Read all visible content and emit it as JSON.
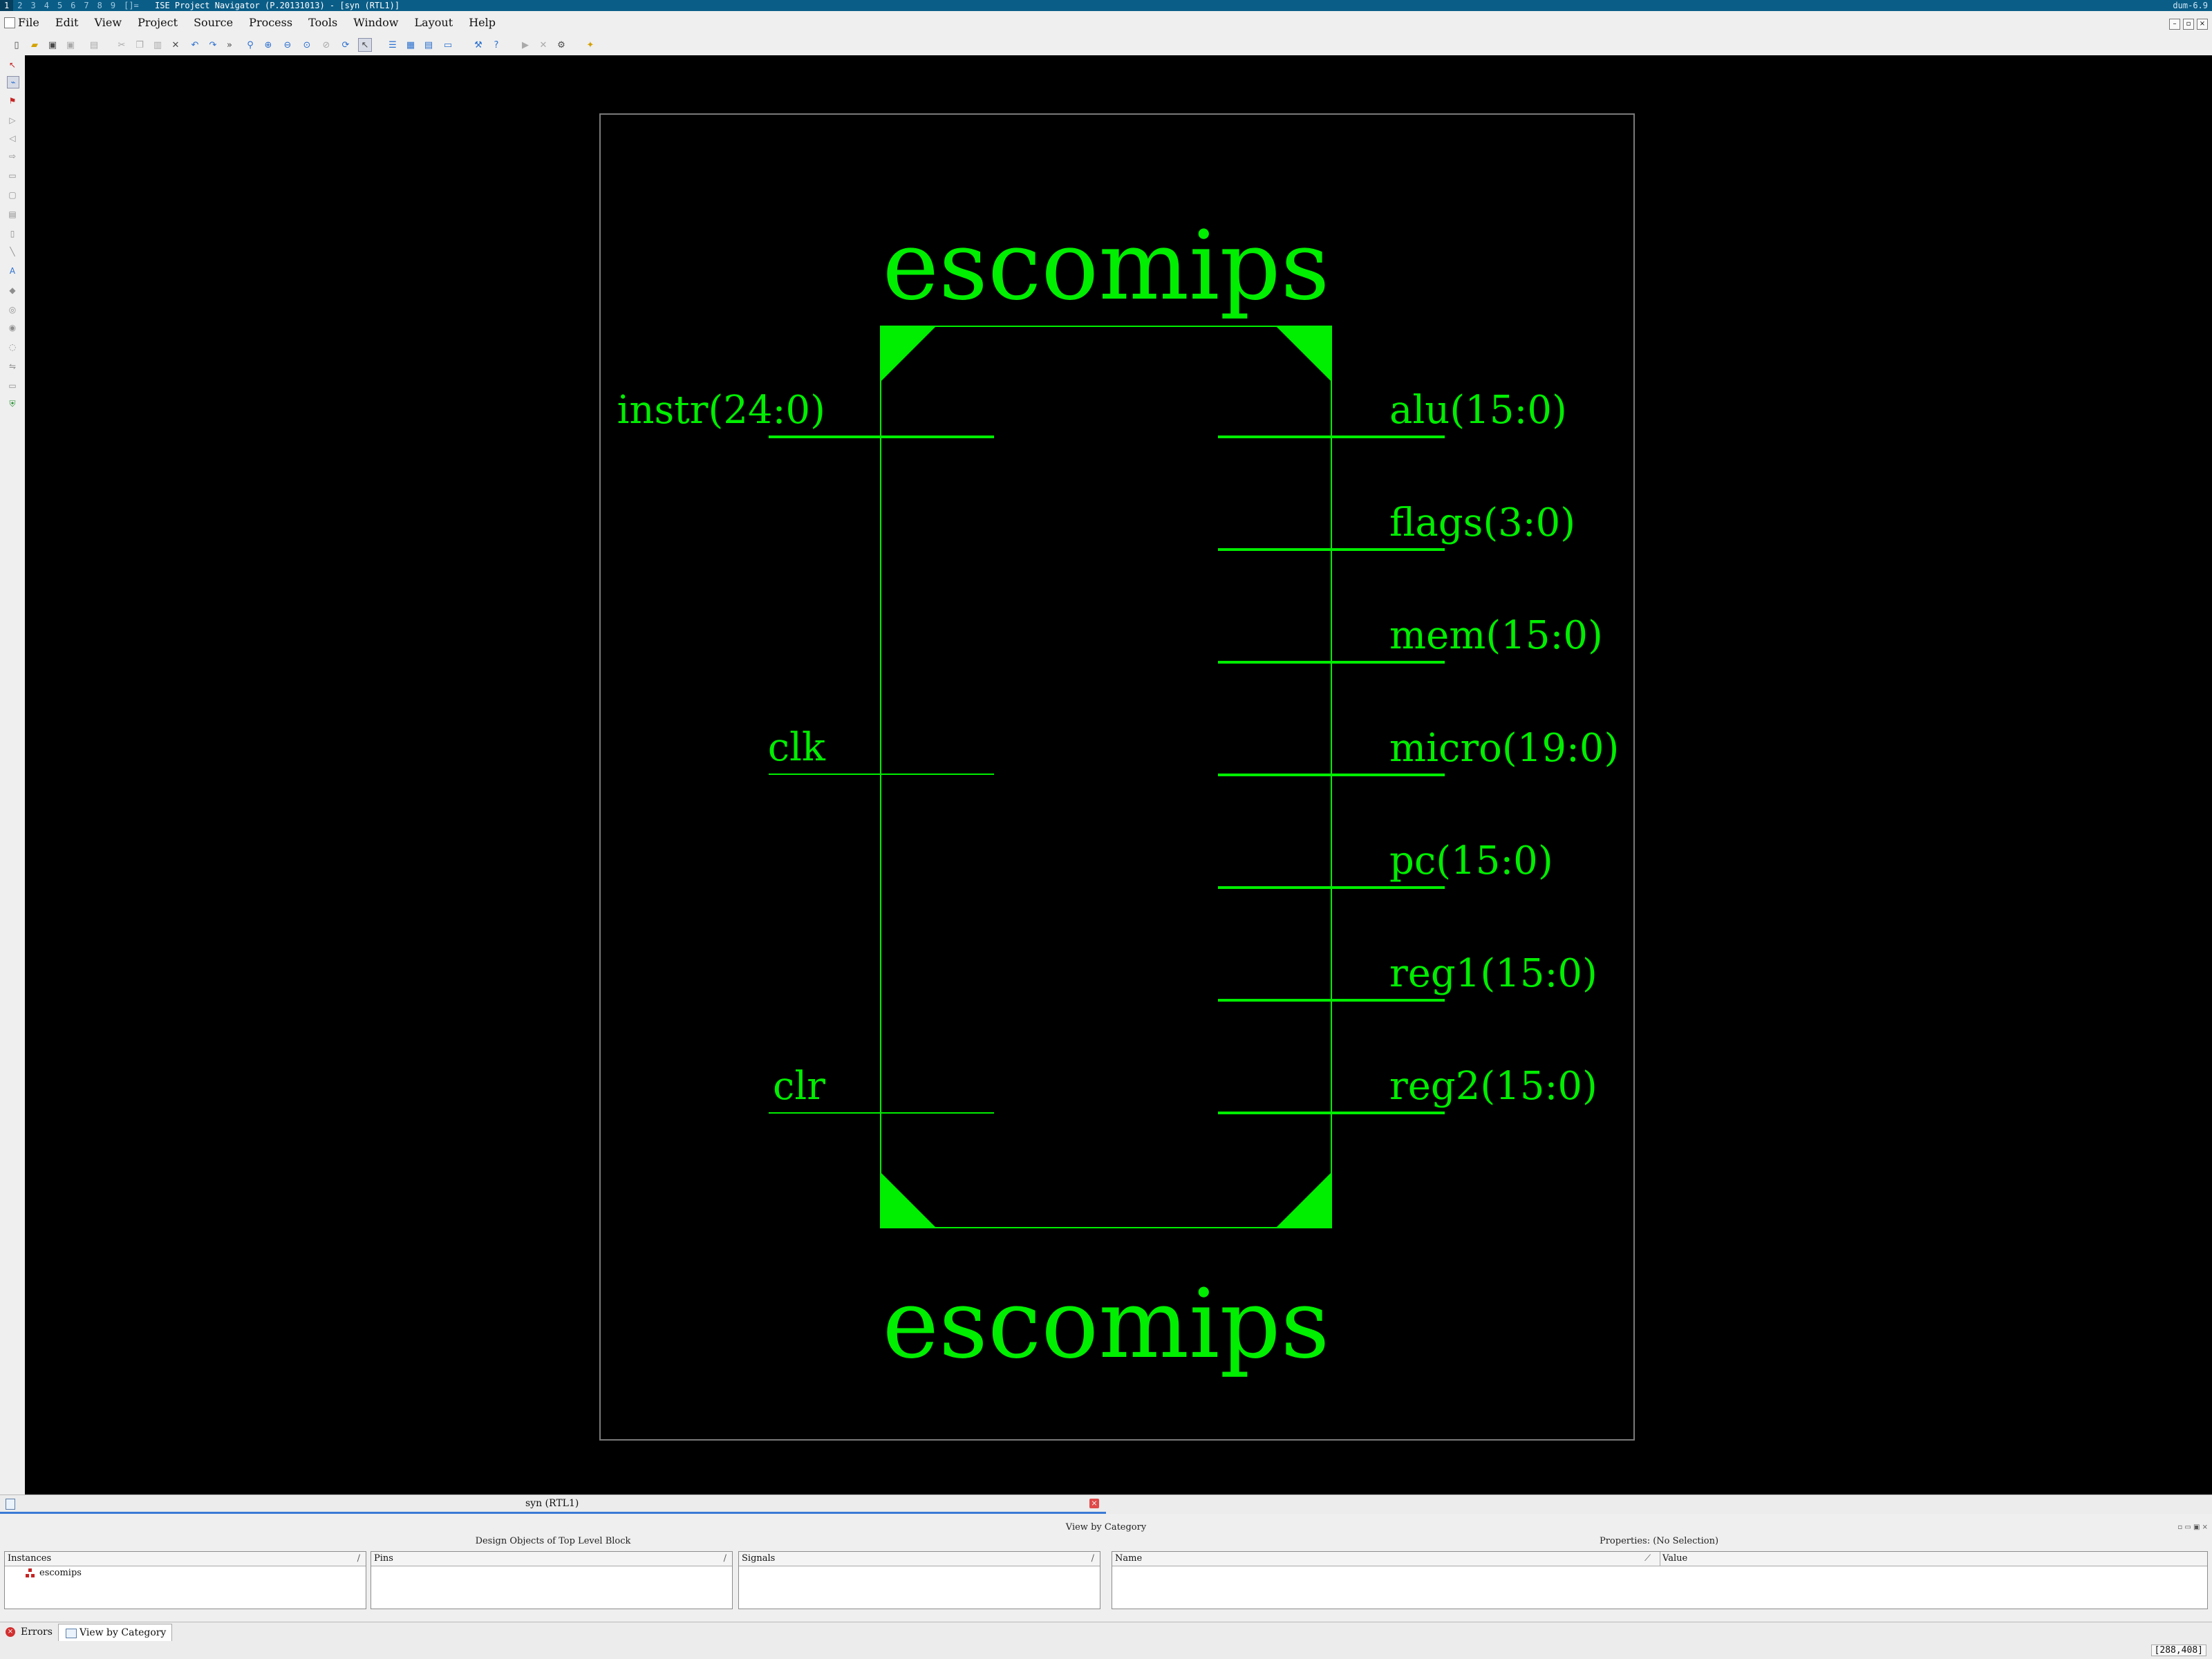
{
  "titlebar": {
    "workspaces": [
      "1",
      "2",
      "3",
      "4",
      "5",
      "6",
      "7",
      "8",
      "9",
      "[]="
    ],
    "title": "ISE Project Navigator (P.20131013) - [syn (RTL1)]",
    "right": "dum-6.9"
  },
  "menu": [
    "File",
    "Edit",
    "View",
    "Project",
    "Source",
    "Process",
    "Tools",
    "Window",
    "Layout",
    "Help"
  ],
  "schematic": {
    "title_top": "escomips",
    "title_bottom": "escomips",
    "inputs": [
      "instr(24:0)",
      "clk",
      "clr"
    ],
    "outputs": [
      "alu(15:0)",
      "flags(3:0)",
      "mem(15:0)",
      "micro(19:0)",
      "pc(15:0)",
      "reg1(15:0)",
      "reg2(15:0)"
    ],
    "color": "#00ee00"
  },
  "doc_tab": {
    "label": "syn (RTL1)",
    "close": "×"
  },
  "bottom_panel": {
    "title": "View by Category",
    "left_title": "Design Objects of Top Level Block",
    "right_title": "Properties: (No Selection)",
    "instances": {
      "header": "Instances",
      "items": [
        "escomips"
      ]
    },
    "pins": {
      "header": "Pins"
    },
    "signals": {
      "header": "Signals"
    },
    "properties": {
      "name_header": "Name",
      "value_header": "Value"
    }
  },
  "status": {
    "tabs": [
      "Errors",
      "View by Category"
    ],
    "coords": "[288,408]"
  }
}
